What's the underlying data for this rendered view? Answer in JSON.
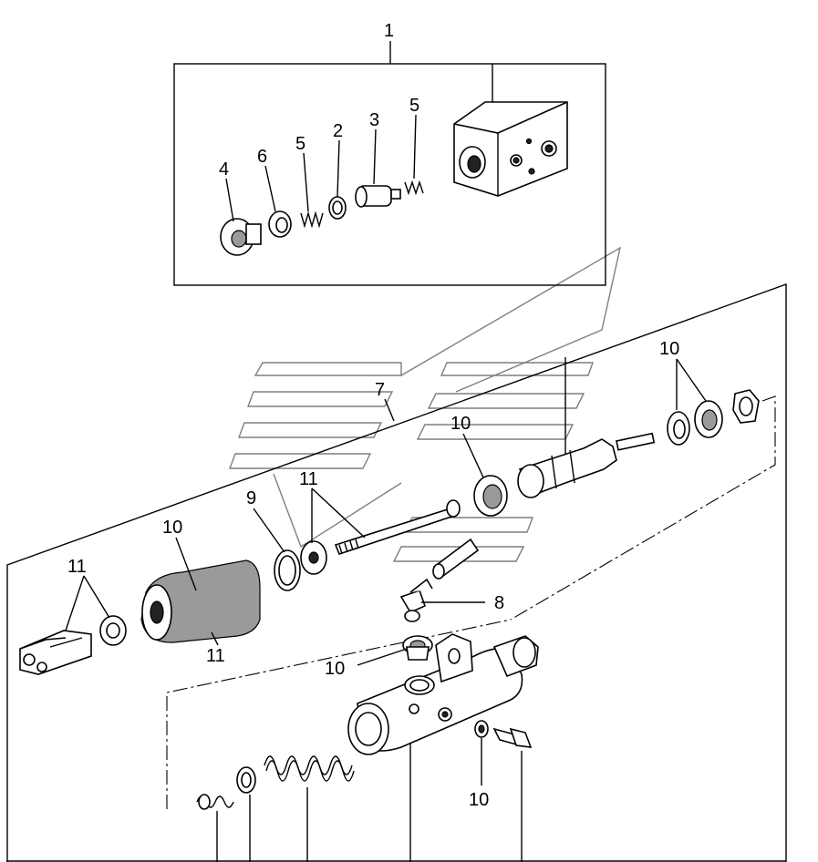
{
  "callouts": {
    "c1": "1",
    "c2": "2",
    "c3": "3",
    "c4": "4",
    "c5a": "5",
    "c5b": "5",
    "c6": "6",
    "c7": "7",
    "c8": "8",
    "c9": "9",
    "c10a": "10",
    "c10b": "10",
    "c10c": "10",
    "c10d": "10",
    "c10e": "10",
    "c11a": "11",
    "c11b": "11",
    "c11c": "11"
  }
}
